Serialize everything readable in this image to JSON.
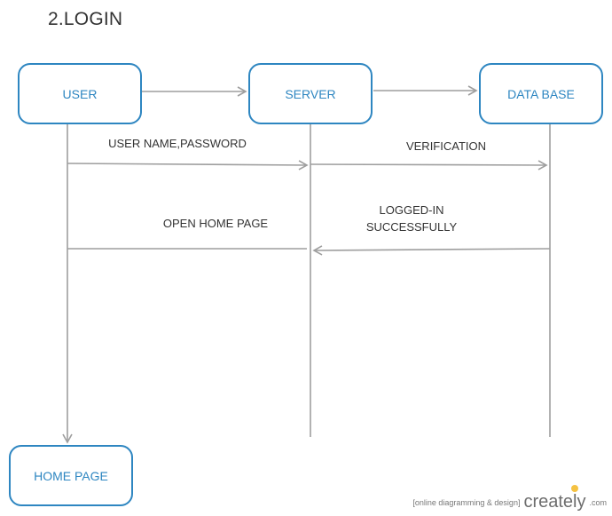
{
  "title": "2.LOGIN",
  "nodes": {
    "user": "USER",
    "server": "SERVER",
    "database": "DATA BASE",
    "home": "HOME PAGE"
  },
  "messages": {
    "credentials": "USER NAME,PASSWORD",
    "verification": "VERIFICATION",
    "logged_in_line1": "LOGGED-IN",
    "logged_in_line2": "SUCCESSFULLY",
    "open_home": "OPEN HOME PAGE"
  },
  "branding": {
    "tagline": "[online diagramming & design]",
    "logo": "creately",
    "suffix": ".com"
  },
  "colors": {
    "node_border": "#2e86c1",
    "arrow": "#9e9e9e"
  }
}
